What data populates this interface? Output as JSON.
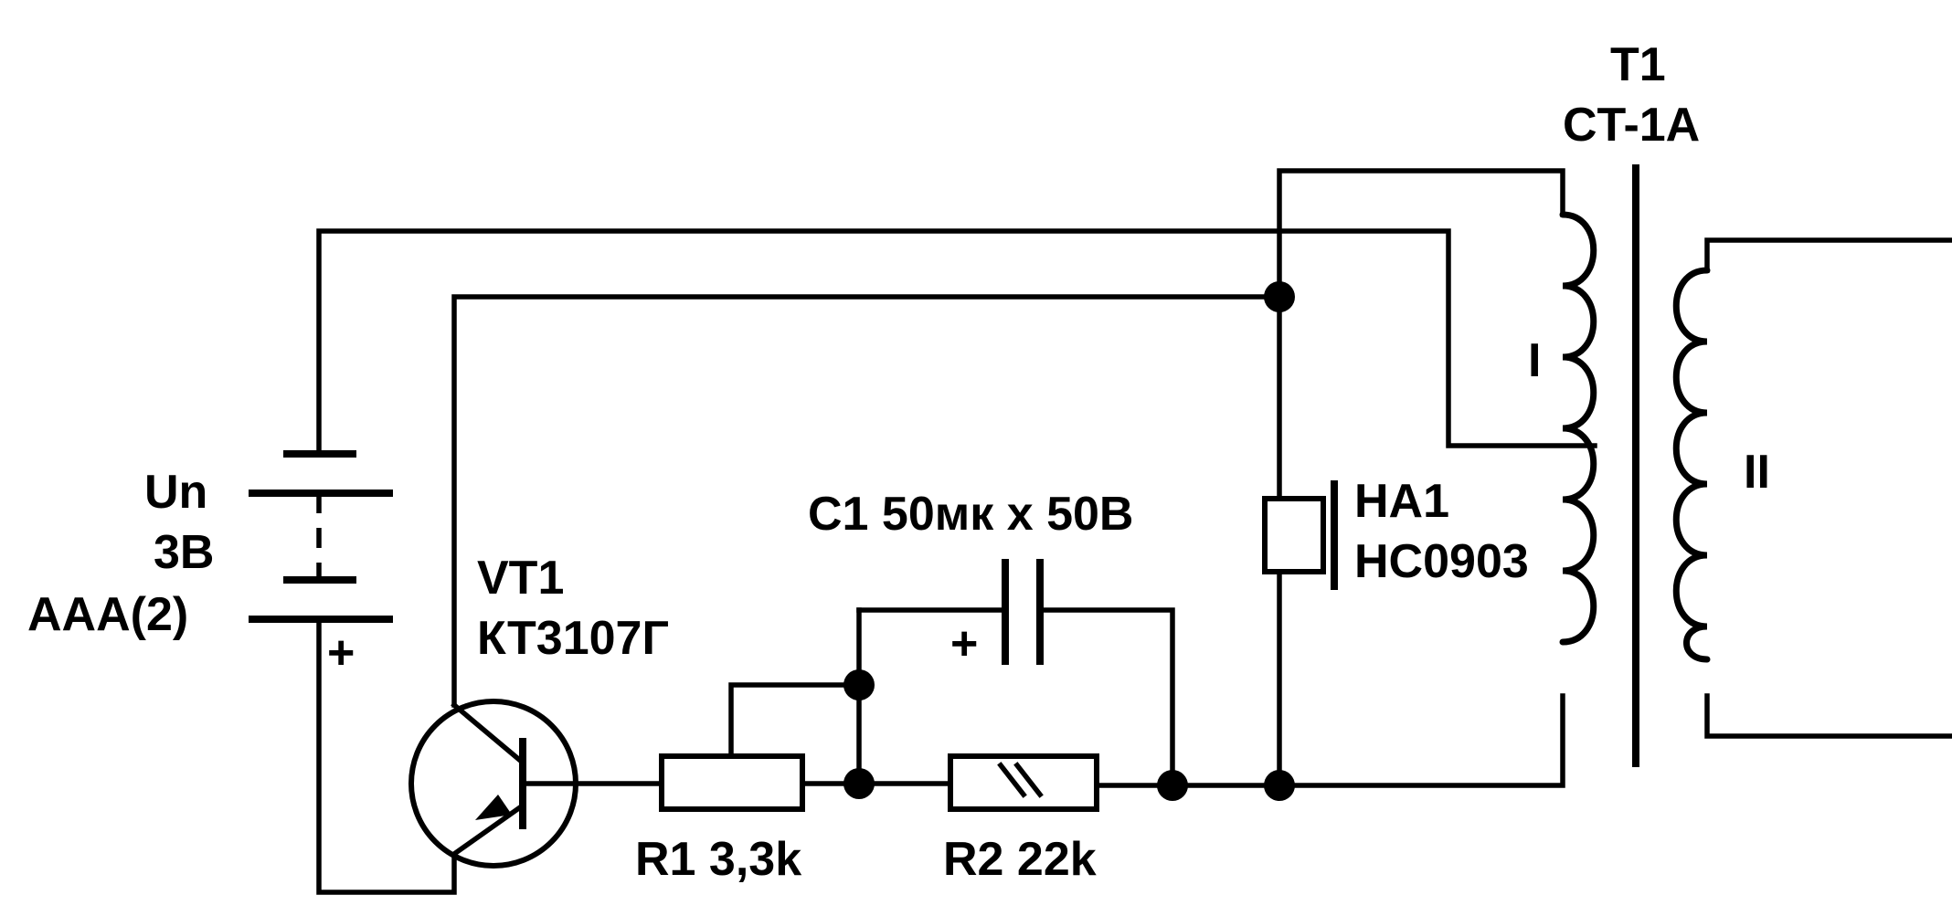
{
  "title": "",
  "components": {
    "battery": {
      "name": "Un",
      "voltage": "3B",
      "type": "AAA(2)",
      "polarity_mark": "+"
    },
    "transistor": {
      "ref": "VT1",
      "part": "КТ3107Г"
    },
    "capacitor": {
      "label": "C1 50мк x 50В",
      "polarity_mark": "+"
    },
    "resistor1": {
      "label": "R1 3,3k"
    },
    "resistor2": {
      "label": "R2 22k"
    },
    "transformer": {
      "ref": "T1",
      "part": "CT-1A",
      "primary_winding": "I",
      "secondary_winding": "II"
    },
    "buzzer": {
      "ref": "HA1",
      "part": "HC0903"
    }
  }
}
